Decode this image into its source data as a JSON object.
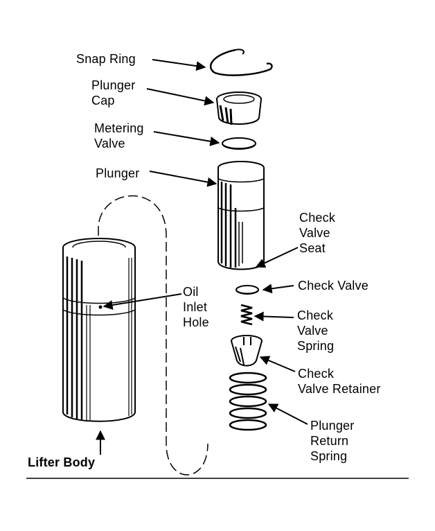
{
  "labels": {
    "snap_ring": "Snap Ring",
    "plunger_cap": "Plunger\nCap",
    "metering_valve": "Metering\nValve",
    "plunger": "Plunger",
    "check_valve_seat": "Check\nValve\nSeat",
    "check_valve": "Check Valve",
    "oil_inlet_hole": "Oil\nInlet\nHole",
    "check_valve_spring": "Check\nValve\nSpring",
    "check_valve_retainer": "Check\nValve Retainer",
    "plunger_return_spring": "Plunger\nReturn\nSpring",
    "lifter_body": "Lifter Body"
  }
}
